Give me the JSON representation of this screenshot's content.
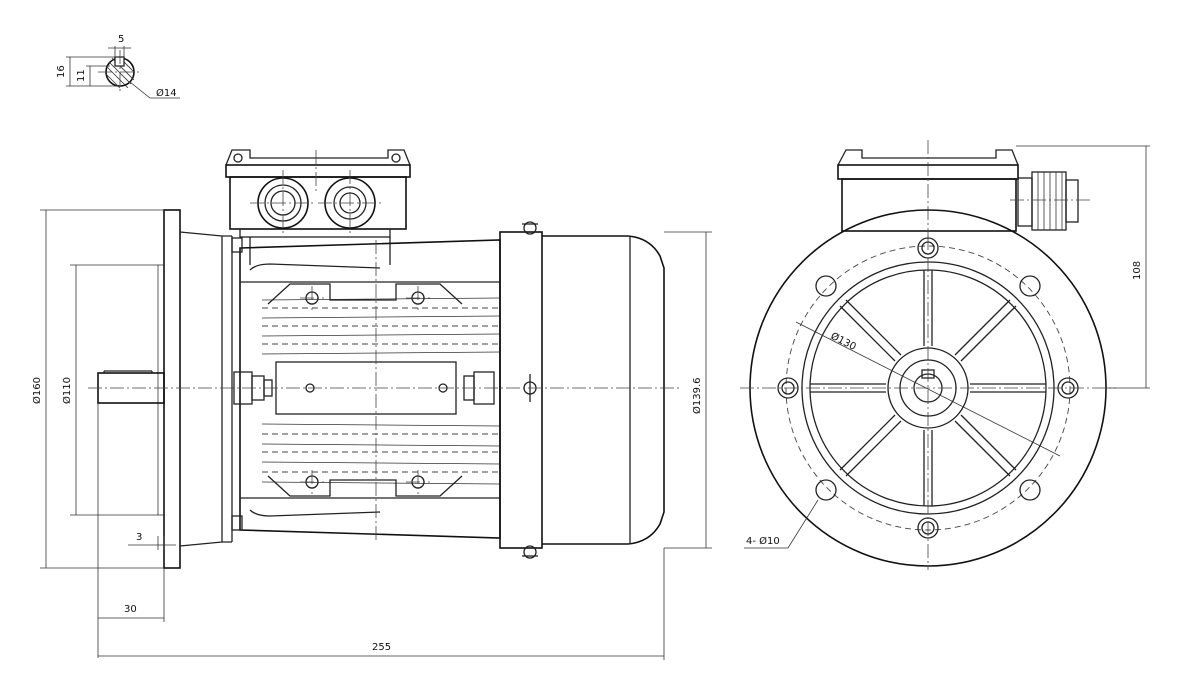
{
  "drawing": {
    "dimensions": {
      "key_width": "5",
      "shaft_height_16": "16",
      "shaft_height_11": "11",
      "shaft_diameter": "Ø14",
      "flange_diameter": "Ø160",
      "spigot_diameter": "Ø110",
      "body_diameter": "Ø139.6",
      "bolt_circle": "Ø130",
      "holes": "4- Ø10",
      "spigot_depth": "3",
      "shaft_length": "30",
      "overall_length": "255",
      "terminal_height": "108"
    }
  }
}
